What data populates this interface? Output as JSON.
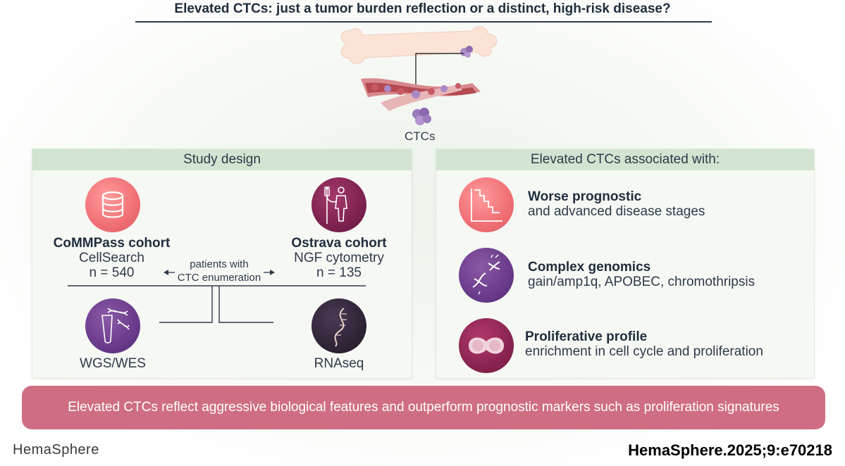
{
  "title": "Elevated CTCs: just a tumor burden reflection or a distinct, high-risk disease?",
  "illustration": {
    "label": "CTCs"
  },
  "study_design": {
    "header": "Study design",
    "commpass": {
      "name": "CoMMPass cohort",
      "method": "CellSearch",
      "n": "n = 540",
      "icon": "database-icon"
    },
    "ostrava": {
      "name": "Ostrava cohort",
      "method": "NGF cytometry",
      "n": "n = 135",
      "icon": "patient-iv-icon"
    },
    "connector": {
      "line1": "patients with",
      "line2": "CTC enumeration"
    },
    "wgs": {
      "label": "WGS/WES",
      "icon": "dna-tube-icon"
    },
    "rnaseq": {
      "label": "RNAseq",
      "icon": "rna-strand-icon"
    }
  },
  "associations": {
    "header": "Elevated CTCs associated with:",
    "items": [
      {
        "title": "Worse prognostic",
        "text": "and advanced disease stages",
        "icon": "survival-curve-icon"
      },
      {
        "title": "Complex genomics",
        "text": "gain/amp1q, APOBEC, chromothripsis",
        "icon": "broken-dna-icon"
      },
      {
        "title": "Proliferative profile",
        "text": "enrichment in cell cycle and proliferation",
        "icon": "dividing-cell-icon"
      }
    ]
  },
  "conclusion": "Elevated CTCs reflect aggressive biological features and outperform prognostic markers such as proliferation signatures",
  "footer": {
    "journal": "HemaSphere",
    "citation": "HemaSphere.2025;9:e70218"
  },
  "colors": {
    "panel_header": "#d3e5d2",
    "conclusion_bg": "#cf6e82",
    "accent_pink": "#ef6f74",
    "accent_plum": "#7d2250"
  }
}
